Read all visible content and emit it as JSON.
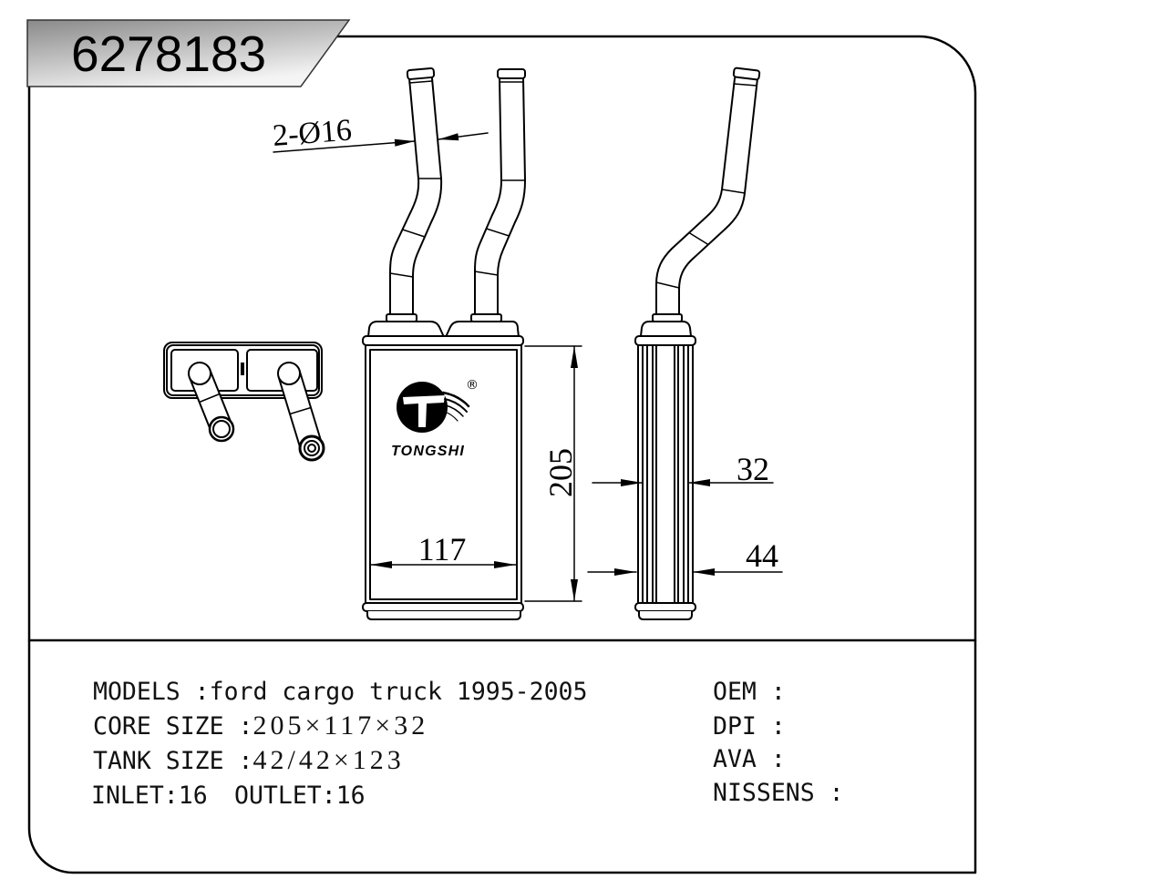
{
  "header": {
    "part_number": "6278183"
  },
  "logo": {
    "brand": "TONGSHI",
    "registered_mark": "®"
  },
  "drawing": {
    "pipe_callout": "2-Ø16",
    "core_height": "205",
    "core_width": "117",
    "core_depth": "32",
    "tank_depth": "44"
  },
  "specs": {
    "models": {
      "label": "MODELS :",
      "value": "ford cargo truck 1995-2005"
    },
    "core_size": {
      "label": "CORE SIZE :",
      "value": "205×117×32"
    },
    "tank_size": {
      "label": "TANK SIZE :",
      "value": "42/42×123"
    },
    "inlet": {
      "label": "INLET:",
      "value": "16"
    },
    "outlet": {
      "label": "OUTLET:",
      "value": "16"
    }
  },
  "references": {
    "oem": "OEM :",
    "dpi": "DPI :",
    "ava": "AVA :",
    "nissens": "NISSENS :"
  },
  "colors": {
    "line": "#000000",
    "tab_dark": "#8a8a8a",
    "tab_light": "#f4f4f4"
  }
}
